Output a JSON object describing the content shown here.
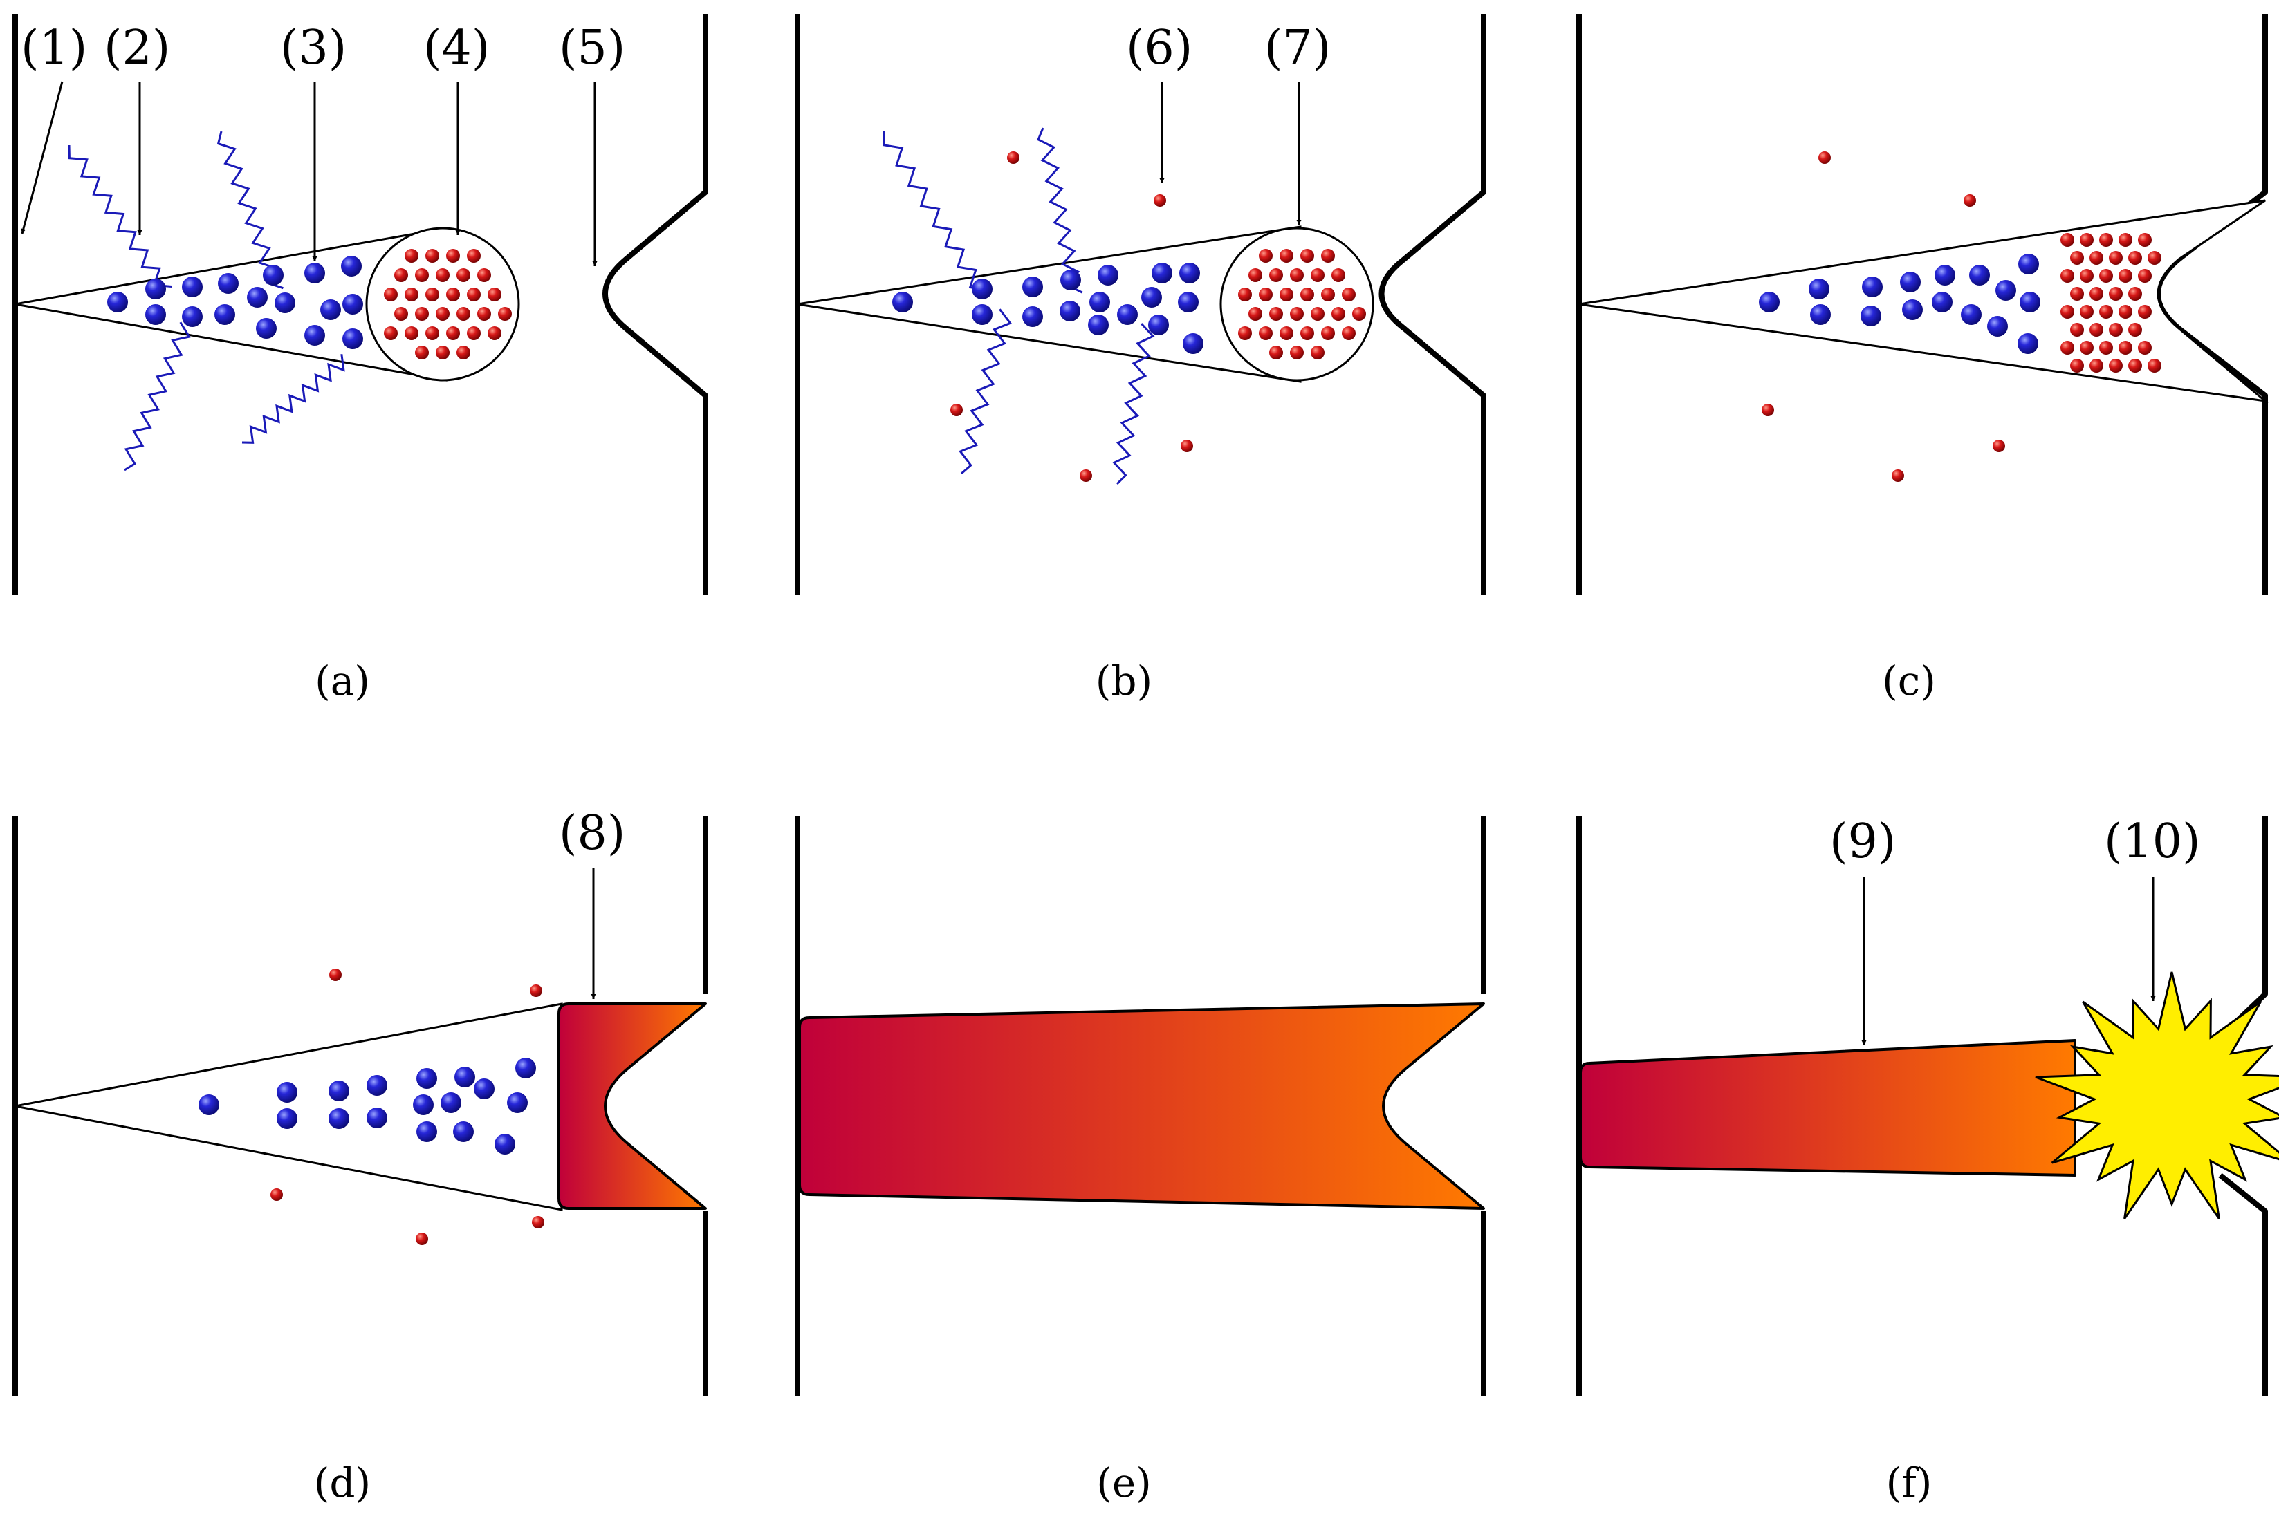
{
  "callouts": {
    "c1": "(1)",
    "c2": "(2)",
    "c3": "(3)",
    "c4": "(4)",
    "c5": "(5)",
    "c6": "(6)",
    "c7": "(7)",
    "c8": "(8)",
    "c9": "(9)",
    "c10": "(10)"
  },
  "panels": {
    "a": {
      "caption": "(a)"
    },
    "b": {
      "caption": "(b)"
    },
    "c": {
      "caption": "(c)"
    },
    "d": {
      "caption": "(d)"
    },
    "e": {
      "caption": "(e)"
    },
    "f": {
      "caption": "(f)"
    }
  },
  "colors": {
    "large_particle": "#1515b0",
    "small_particle": "#c81010",
    "radiation": "#1a1ab8",
    "plasma_start": "#c0003a",
    "plasma_end": "#ff7a00",
    "flash": "#ffee00"
  }
}
